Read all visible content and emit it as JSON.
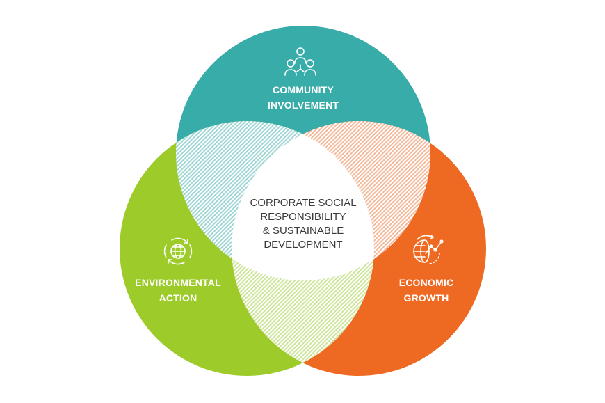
{
  "diagram": {
    "type": "venn",
    "circles": [
      {
        "id": "community",
        "lines": [
          "COMMUNITY",
          "INVOLVEMENT"
        ],
        "icon": "people-network-icon",
        "color": "#38aca8",
        "hatch": "#9fd6d4"
      },
      {
        "id": "environmental",
        "lines": [
          "ENVIRONMENTAL",
          "ACTION"
        ],
        "icon": "globe-cycle-icon",
        "color": "#9ccb2a",
        "hatch": "#cde59a"
      },
      {
        "id": "economic",
        "lines": [
          "ECONOMIC",
          "GROWTH"
        ],
        "icon": "globe-growth-chart-icon",
        "color": "#ee6a22",
        "hatch": "#f4b99a"
      }
    ],
    "center": {
      "lines": [
        "CORPORATE SOCIAL",
        "RESPONSIBILITY",
        "& SUSTAINABLE",
        "DEVELOPMENT"
      ]
    }
  }
}
